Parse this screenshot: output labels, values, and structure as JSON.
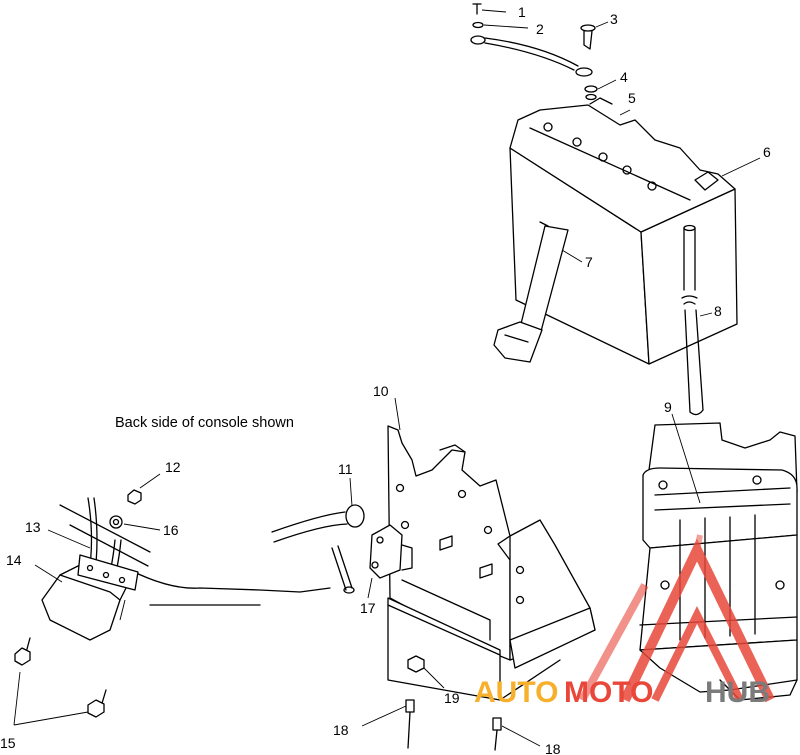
{
  "caption": "Back side of console shown",
  "part_labels": [
    "1",
    "2",
    "3",
    "4",
    "5",
    "6",
    "7",
    "8",
    "9",
    "10",
    "11",
    "12",
    "13",
    "14",
    "15",
    "16",
    "17",
    "18",
    "18",
    "19"
  ],
  "watermark": {
    "auto": "AUTO",
    "moto": "MOTO",
    "hub": "HUB"
  },
  "colors": {
    "line": "#000000",
    "watermark_red": "#e8473a",
    "watermark_orange": "#f7b02c",
    "watermark_gray": "#7b7b7b"
  }
}
